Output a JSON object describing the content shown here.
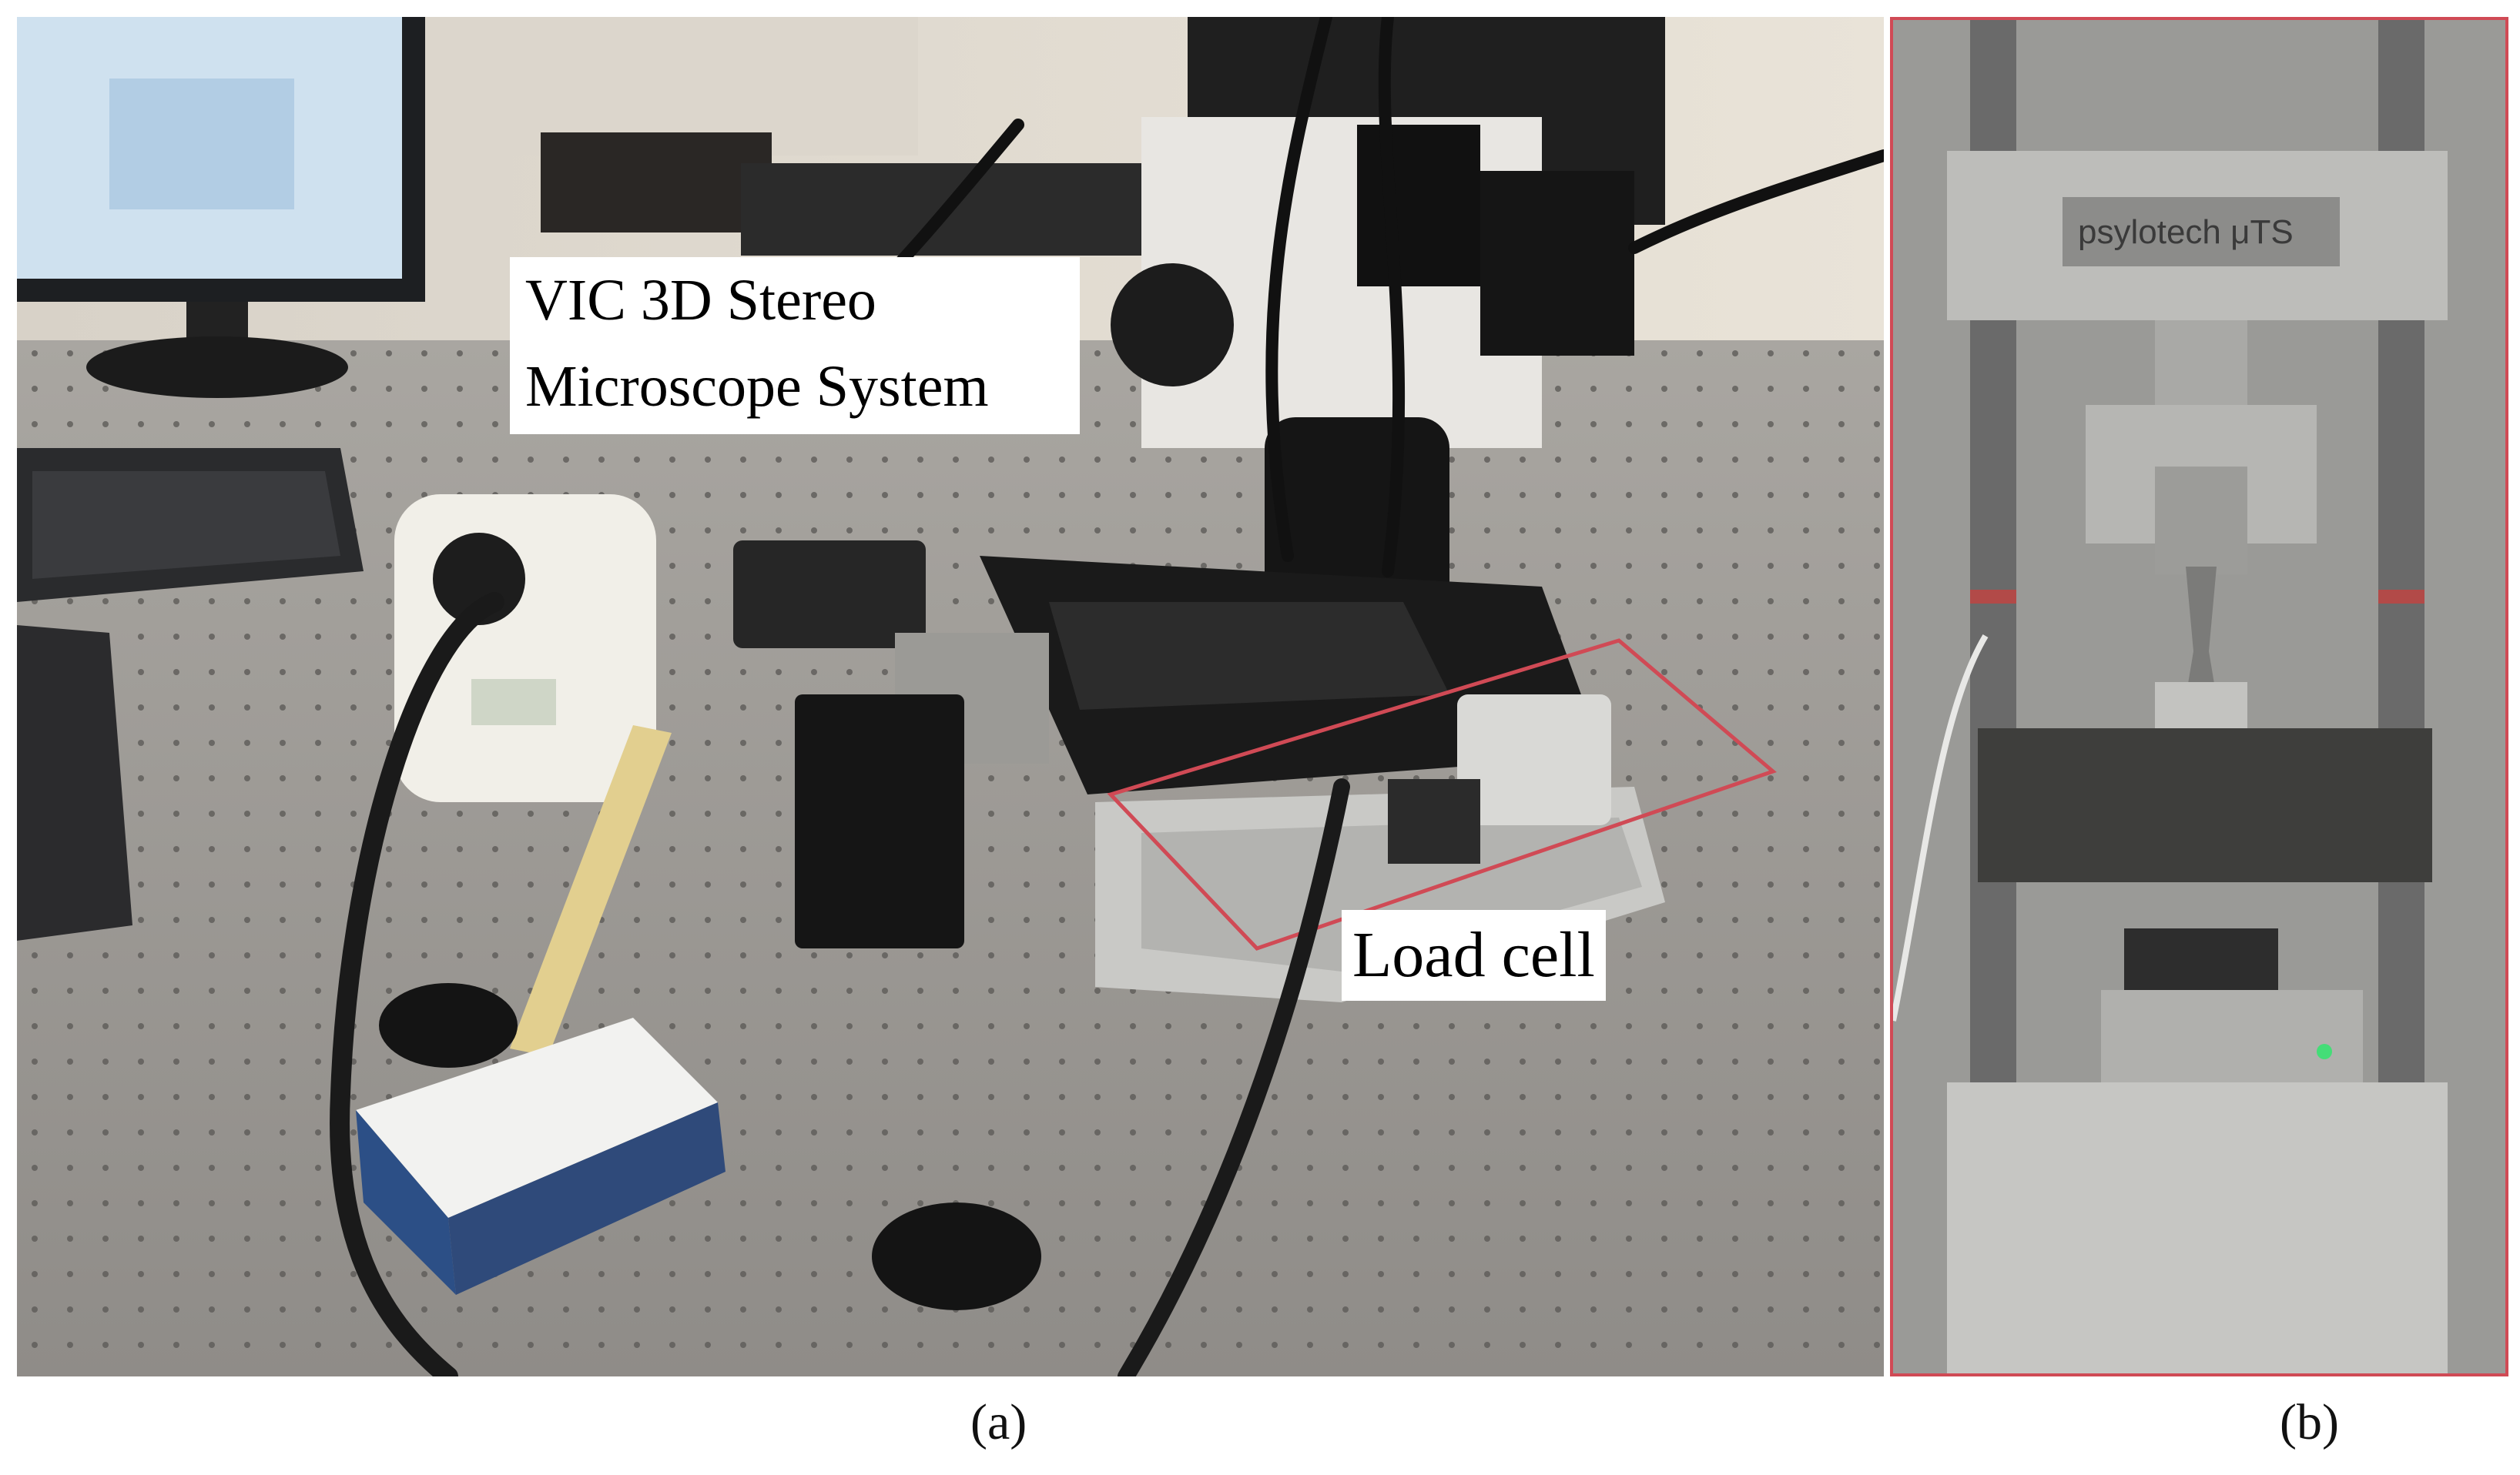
{
  "figure": {
    "panel_a": {
      "caption": "(a)",
      "label_microscope": "VIC 3D Stereo Microscope System",
      "label_microscope_line1": "VIC 3D Stereo",
      "label_microscope_line2": "Microscope System",
      "label_load_cell": "Load cell",
      "highlight_color": "#d04a55"
    },
    "panel_b": {
      "caption": "(b)",
      "border_color": "#d04a55"
    }
  }
}
